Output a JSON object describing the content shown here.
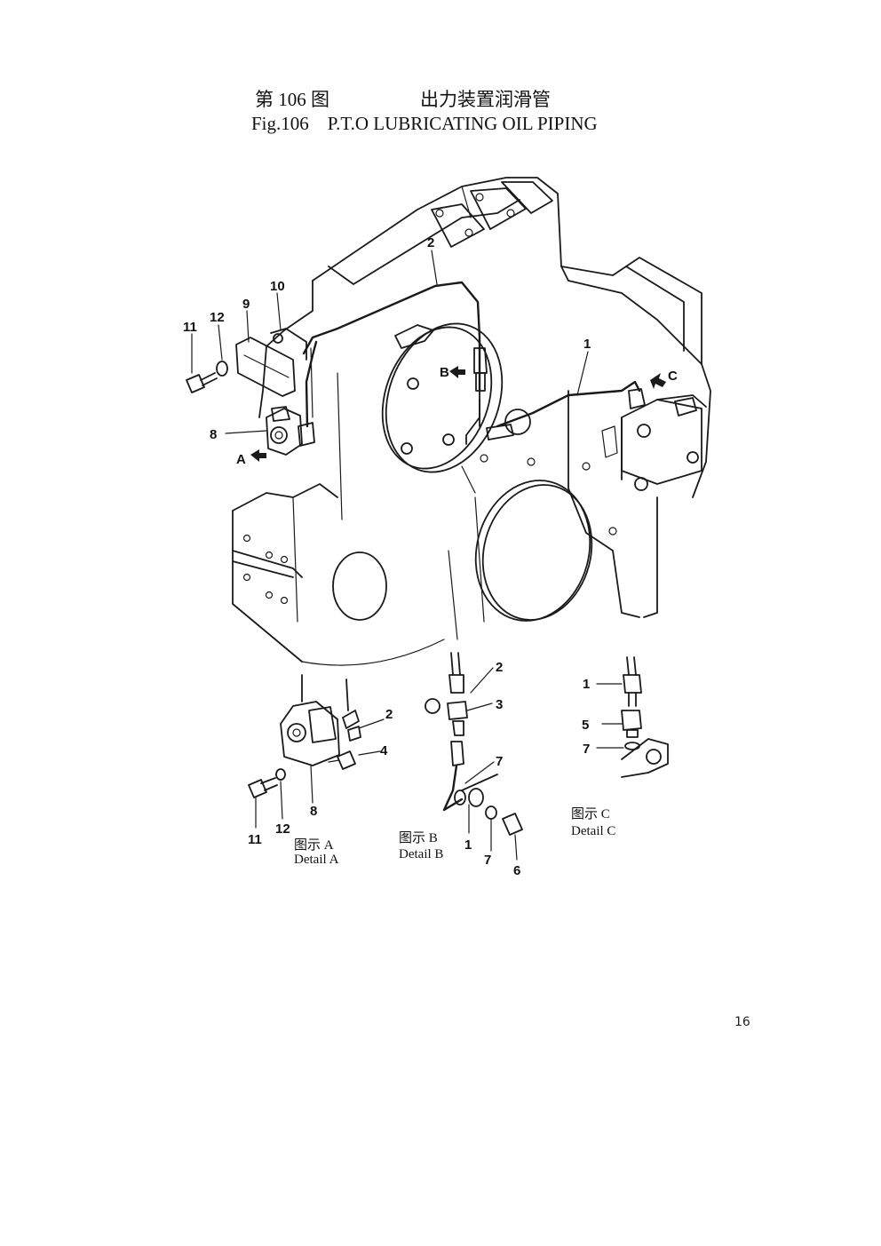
{
  "title": {
    "cn_figure": "第 106 图",
    "cn_name": "出力装置润滑管",
    "en": "Fig.106    P.T.O LUBRICATING OIL PIPING"
  },
  "callouts": {
    "n1": "1",
    "n2": "2",
    "n3": "3",
    "n4": "4",
    "n5": "5",
    "n6": "6",
    "n7": "7",
    "n8": "8",
    "n9": "9",
    "n10": "10",
    "n11": "11",
    "n12": "12"
  },
  "views": {
    "a": "A",
    "b": "B",
    "c": "C"
  },
  "details": {
    "a_cn": "图示 A",
    "a_en": "Detail A",
    "b_cn": "图示 B",
    "b_en": "Detail B",
    "c_cn": "图示 C",
    "c_en": "Detail C"
  },
  "page_number": "16"
}
